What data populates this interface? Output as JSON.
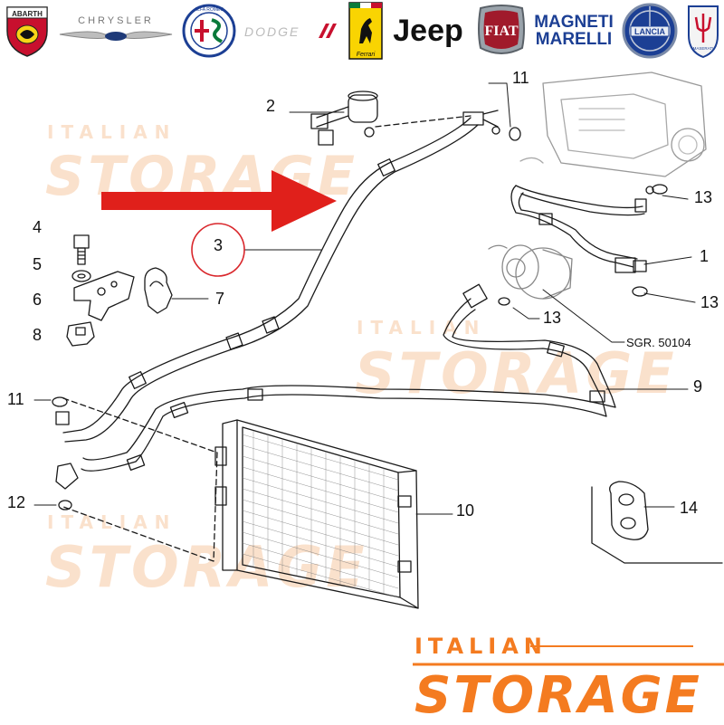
{
  "logos": [
    {
      "id": "abarth",
      "text": "ABARTH",
      "icon": "scorpion-shield-icon"
    },
    {
      "id": "chrysler",
      "text": "CHRYSLER",
      "icon": "winged-badge-icon"
    },
    {
      "id": "alfa",
      "text": "ALFA ROMEO",
      "icon": "cross-serpent-roundel-icon"
    },
    {
      "id": "dodge",
      "text": "DODGE",
      "icon": "stripes-icon"
    },
    {
      "id": "ferrari",
      "text": "Ferrari",
      "icon": "prancing-horse-shield-icon"
    },
    {
      "id": "jeep",
      "text": "Jeep"
    },
    {
      "id": "fiat",
      "text": "FIAT",
      "icon": "shield-badge-icon"
    },
    {
      "id": "magneti",
      "text_line1": "MAGNETI",
      "text_line2": "MARELLI"
    },
    {
      "id": "lancia",
      "text": "LANCIA",
      "icon": "roundel-flag-icon"
    },
    {
      "id": "maserati",
      "text": "MASERATI",
      "icon": "trident-icon"
    }
  ],
  "callouts": [
    {
      "id": "c1",
      "label": "1"
    },
    {
      "id": "c2",
      "label": "2"
    },
    {
      "id": "c3",
      "label": "3"
    },
    {
      "id": "c4",
      "label": "4"
    },
    {
      "id": "c5",
      "label": "5"
    },
    {
      "id": "c6",
      "label": "6"
    },
    {
      "id": "c7",
      "label": "7"
    },
    {
      "id": "c8",
      "label": "8"
    },
    {
      "id": "c9",
      "label": "9"
    },
    {
      "id": "c10",
      "label": "10"
    },
    {
      "id": "c11a",
      "label": "11"
    },
    {
      "id": "c11b",
      "label": "11"
    },
    {
      "id": "c12",
      "label": "12"
    },
    {
      "id": "c13a",
      "label": "13"
    },
    {
      "id": "c13b",
      "label": "13"
    },
    {
      "id": "c13c",
      "label": "13"
    },
    {
      "id": "c14",
      "label": "14"
    }
  ],
  "reference_note": "SGR. 50104",
  "watermark": {
    "line1": "ITALIAN",
    "line2": "STORAGE"
  },
  "brand": {
    "line1": "ITALIAN",
    "line2": "STORAGE",
    "color": "#f47b20"
  },
  "colors": {
    "accent_arrow": "#e0201b",
    "highlight_circle": "#d9262b",
    "watermark": "#f6c9a3",
    "brand": "#f47b20",
    "line": "#1a1a1a"
  }
}
